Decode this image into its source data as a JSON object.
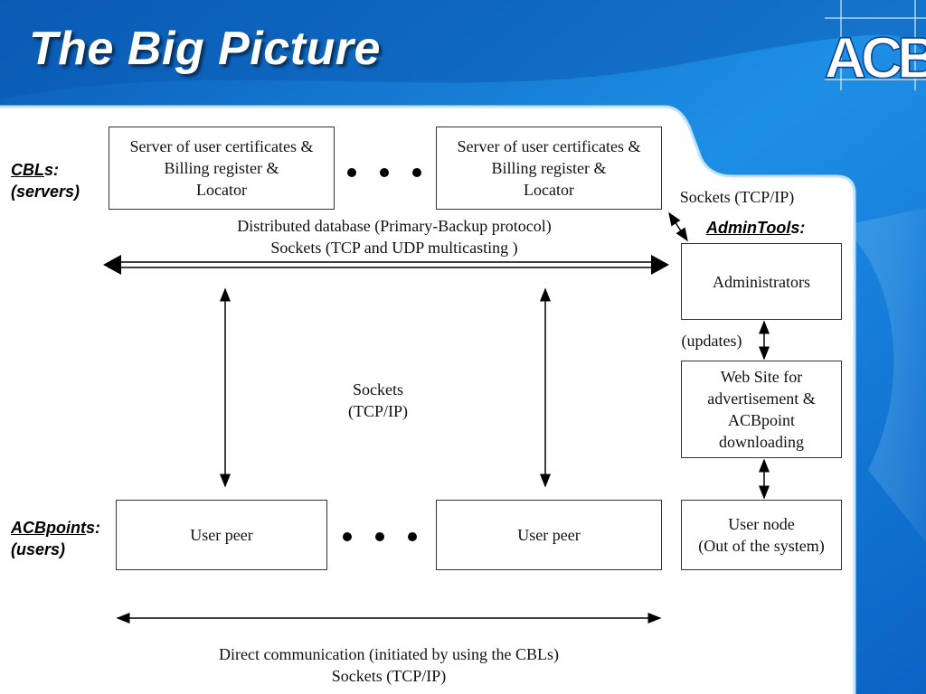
{
  "title": "The Big Picture",
  "logo_text": "ACB",
  "colors": {
    "accent_blue": "#1a7fd6",
    "panel": "#ffffff"
  },
  "labels": {
    "cbls_strong": "CBL",
    "cbls_rest": "s:",
    "cbls_sub": "(servers)",
    "acbpoints_strong": "ACBpoint",
    "acbpoints_rest": "s:",
    "acbpoints_sub": "(users)",
    "admintools_strong": "AdminTool",
    "admintools_rest": "s:"
  },
  "boxes": {
    "server_left": "Server of user certificates &\nBilling register &\nLocator",
    "server_right": "Server of user certificates &\nBilling register &\nLocator",
    "administrators": "Administrators",
    "website": "Web Site for\nadvertisement &\nACBpoint\ndownloading",
    "peer_left": "User peer",
    "peer_right": "User peer",
    "user_node": "User node\n(Out of the system)"
  },
  "annotations": {
    "distributed_db": "Distributed database (Primary-Backup protocol)\nSockets (TCP and UDP multicasting )",
    "sockets_admin": "Sockets (TCP/IP)",
    "sockets_center": "Sockets\n(TCP/IP)",
    "updates": "(updates)",
    "direct_comm": "Direct communication (initiated by using the CBLs)\nSockets (TCP/IP)"
  }
}
